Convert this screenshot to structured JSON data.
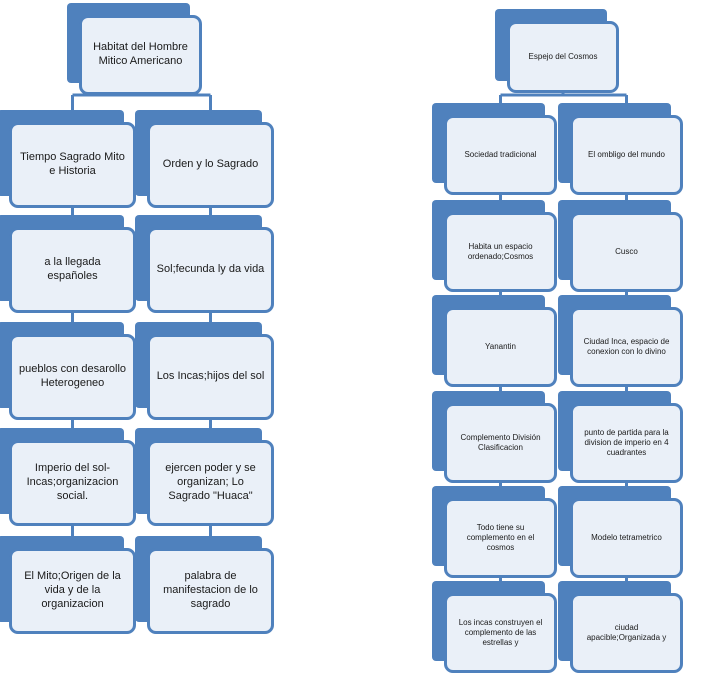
{
  "left_tree": {
    "root": "Habitat del Hombre Mitico Americano",
    "branch_a": [
      "Tiempo Sagrado Mito e Historia",
      "a la llegada españoles",
      "pueblos con desarollo Heterogeneo",
      "Imperio del sol-Incas;organizacion social.",
      "El Mito;Origen de la vida y de la organizacion"
    ],
    "branch_b": [
      "Orden y lo Sagrado",
      "Sol;fecunda ly da vida",
      "Los Incas;hijos del sol",
      "ejercen poder y se organizan; Lo Sagrado \"Huaca\"",
      "palabra de manifestacion de lo sagrado"
    ]
  },
  "right_tree": {
    "root": "Espejo del Cosmos",
    "branch_a": [
      "Sociedad tradicional",
      "Habita un espacio ordenado;Cosmos",
      "Yanantin",
      "Complemento División Clasificacion",
      "Todo tiene su complemento en el cosmos",
      "Los incas construyen el complemento de las estrellas y"
    ],
    "branch_b": [
      "El ombligo del mundo",
      "Cusco",
      "Ciudad Inca, espacio de conexion con lo divino",
      "punto de partida para la division de imperio en 4 cuadrantes",
      "Modelo tetrametrico",
      "ciudad apacible;Organizada y"
    ]
  },
  "colors": {
    "accent": "#4f81bd",
    "fill": "#eaf0f8",
    "text": "#1a1a1a"
  }
}
